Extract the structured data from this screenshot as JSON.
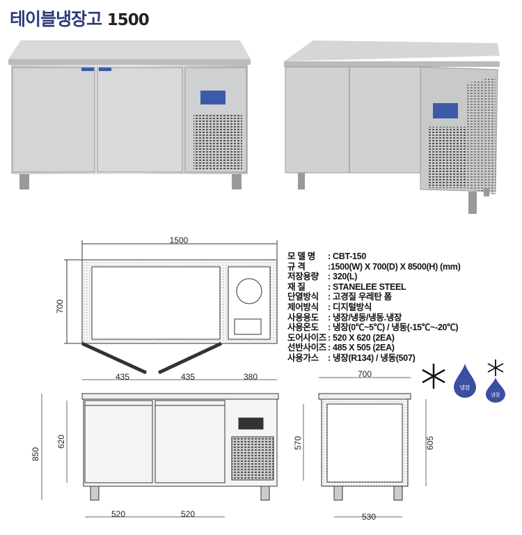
{
  "title": {
    "name": "테이블냉장고",
    "model_size": "1500"
  },
  "specs": [
    {
      "key": "모 델 명",
      "value": "CBT-150"
    },
    {
      "key": "규     격",
      "value": "1500(W) X 700(D) X 8500(H) (mm)"
    },
    {
      "key": "저장용량",
      "value": "320(L)"
    },
    {
      "key": "재     질",
      "value": "STANELEE STEEL"
    },
    {
      "key": "단열방식",
      "value": "고경질 우레탄 폼"
    },
    {
      "key": "제어방식",
      "value": "디지털방식"
    },
    {
      "key": "사용용도",
      "value": "냉장/냉동/냉동.냉장"
    },
    {
      "key": "사용온도",
      "value": "냉장(0℃~5℃) / 냉동(-15℃~-20℃)"
    },
    {
      "key": "도어사이즈",
      "value": "520 X 620 (2EA)"
    },
    {
      "key": "선반사이즈",
      "value": "485 X 505 (2EA)"
    },
    {
      "key": "사용가스",
      "value": "냉장(R134) / 냉동(507)"
    }
  ],
  "icons": {
    "fridge_label": "냉장",
    "fridge_label2": "냉장"
  },
  "dims": {
    "top": {
      "width": "1500",
      "depth": "700",
      "door1": "435",
      "door2": "435",
      "machine": "380"
    },
    "front": {
      "height": "850",
      "door_h": "620",
      "door1": "520",
      "door2": "520"
    },
    "side": {
      "depth": "700",
      "inner_h": "570",
      "body_h": "605",
      "inner_d": "530"
    }
  }
}
